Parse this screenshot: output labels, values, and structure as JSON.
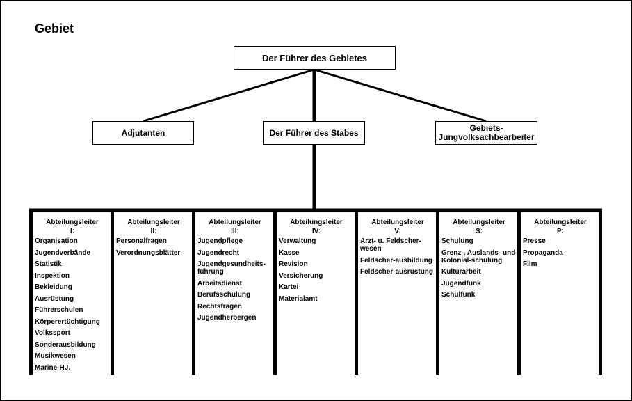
{
  "title": "Gebiet",
  "top_box": "Der Führer des Gebietes",
  "second_row": {
    "adjutanten": "Adjutanten",
    "stab": "Der Führer des Stabes",
    "jv_line1": "Gebiets-",
    "jv_line2": "Jungvolksachbearbeiter"
  },
  "departments": [
    {
      "head1": "Abteilungsleiter",
      "head2": "I:",
      "items": [
        "Organisation",
        "Jugendverbände",
        "Statistik",
        "Inspektion",
        "Bekleidung",
        "Ausrüstung",
        "Führerschulen",
        "Körperertüchtigung",
        "Volkssport",
        "Sonderausbildung",
        "Musikwesen",
        "Marine-HJ."
      ]
    },
    {
      "head1": "Abteilungsleiter",
      "head2": "II:",
      "items": [
        "Personalfragen",
        "Verordnungsblätter"
      ]
    },
    {
      "head1": "Abteilungsleiter",
      "head2": "III:",
      "items": [
        "Jugendpflege",
        "Jugendrecht",
        "Jugendgesundheits-führung",
        "Arbeitsdienst",
        "Berufsschulung",
        "Rechtsfragen",
        "Jugendherbergen"
      ]
    },
    {
      "head1": "Abteilungsleiter",
      "head2": "IV:",
      "items": [
        "Verwaltung",
        "Kasse",
        "Revision",
        "Versicherung",
        "Kartei",
        "Materialamt"
      ]
    },
    {
      "head1": "Abteilungsleiter",
      "head2": "V:",
      "items": [
        "Arzt- u. Feldscher-wesen",
        "Feldscher-ausbildung",
        "Feldscher-ausrüstung"
      ]
    },
    {
      "head1": "Abteilungsleiter",
      "head2": "S:",
      "items": [
        "Schulung",
        "Grenz-, Auslands- und Kolonial-schulung",
        "Kulturarbeit",
        "Jugendfunk",
        "Schulfunk"
      ]
    },
    {
      "head1": "Abteilungsleiter",
      "head2": "P:",
      "items": [
        "Presse",
        "Propaganda",
        "Film"
      ]
    }
  ]
}
